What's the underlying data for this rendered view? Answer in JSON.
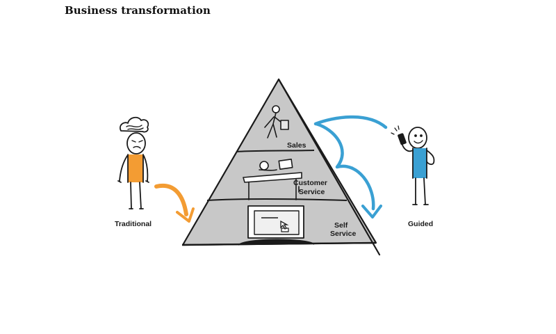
{
  "title": "Business transformation",
  "labels": {
    "traditional": "Traditional",
    "guided": "Guided",
    "sales": "Sales",
    "customer_service": [
      "Customer",
      "Service"
    ],
    "self_service": [
      "Self",
      "Service"
    ]
  },
  "colors": {
    "orange": "#f39c33",
    "blue": "#3aa0d3",
    "pyramid_fill": "#c8c8c8",
    "stroke": "#1a1a1a"
  },
  "icons": [
    "storm-cloud-icon",
    "mobile-phone-icon",
    "salesperson-figure-icon",
    "service-desk-agent-icon",
    "kiosk-screen-icon",
    "cursor-arrow-icon"
  ]
}
